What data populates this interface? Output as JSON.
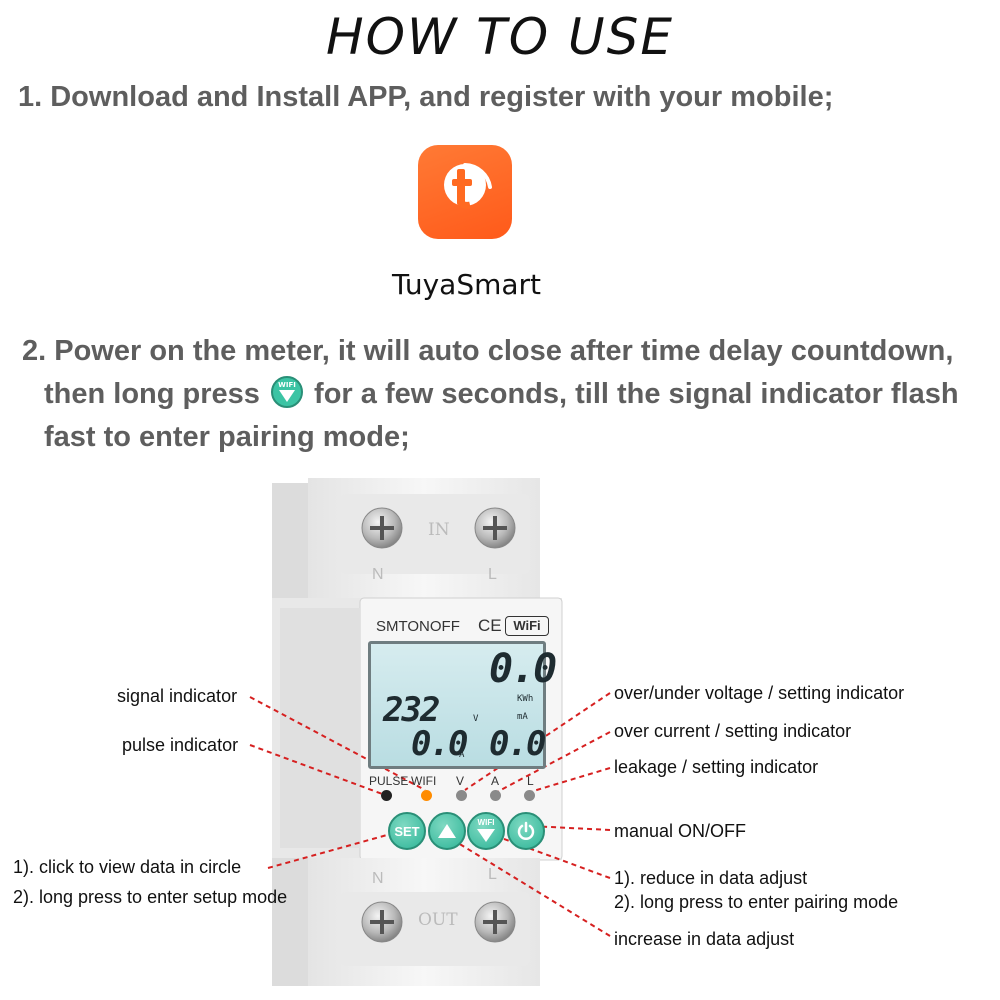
{
  "title": "HOW TO USE",
  "step1": "1. Download and Install APP, and register with your mobile;",
  "app": {
    "name": "TuyaSmart",
    "icon": "tuya-app-icon",
    "color": "#ff6a21"
  },
  "step2": {
    "line1": "2. Power on the meter, it will auto close after time delay countdown,",
    "line2_before": "then long press",
    "line2_after": "for a few seconds, till the signal indicator flash",
    "line3": "fast to enter pairing mode;",
    "button_icon": "wifi-down-button-icon"
  },
  "device": {
    "brand": "SMTONOFF",
    "ce": "CE",
    "wifi_badge": "WiFi",
    "terminals_top": {
      "center": "IN",
      "left": "N",
      "right": "L"
    },
    "terminals_bottom": {
      "center": "OUT",
      "left": "N",
      "right": "L"
    },
    "lcd": {
      "energy": "0.0",
      "energy_unit": "KWh",
      "voltage": "232",
      "voltage_unit": "V",
      "current": "0.0",
      "current_unit": "A",
      "leakage": "0.0",
      "leakage_unit": "mA"
    },
    "indicators": [
      "PULSE",
      "WIFI",
      "V",
      "A",
      "L"
    ],
    "buttons": {
      "set": "SET",
      "wifi": "WIFI"
    },
    "led_colors": {
      "pulse": "#222222",
      "wifi": "#ff8c00",
      "off": "#8a8a8a"
    },
    "button_color": "#3cc4a4"
  },
  "callouts": {
    "signal": "signal indicator",
    "pulse": "pulse indicator",
    "set_1": "1). click to view data in circle",
    "set_2": "2). long press to enter setup mode",
    "voltage": "over/under voltage / setting indicator",
    "current": "over current / setting indicator",
    "leakage": "leakage / setting indicator",
    "onoff": "manual ON/OFF",
    "down_1": "1). reduce in data adjust",
    "down_2": "2). long press to enter pairing mode",
    "up": "increase in data adjust"
  },
  "callout_color": "#d62020"
}
